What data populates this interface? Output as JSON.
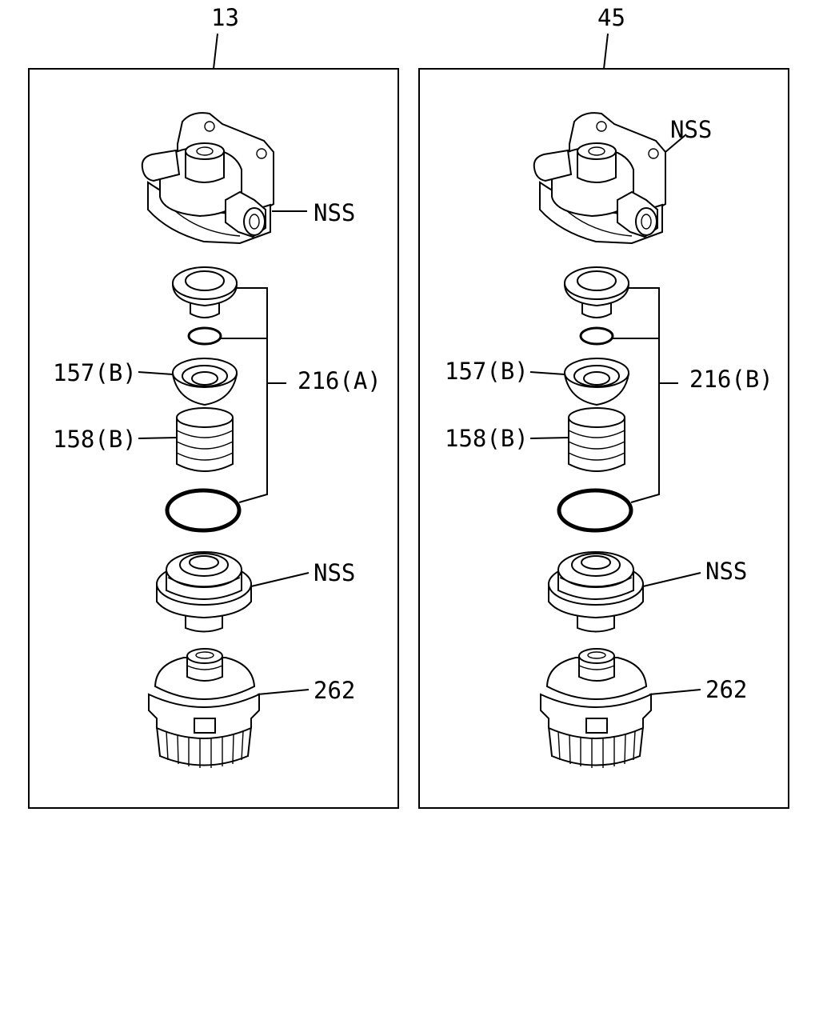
{
  "panels": [
    {
      "number": "13",
      "labels": {
        "housing": "NSS",
        "seat": "157(B)",
        "spring": "158(B)",
        "kit": "216(A)",
        "element": "NSS",
        "bowl": "262"
      }
    },
    {
      "number": "45",
      "labels": {
        "housing": "NSS",
        "seat": "157(B)",
        "spring": "158(B)",
        "kit": "216(B)",
        "element": "NSS",
        "bowl": "262"
      }
    }
  ]
}
